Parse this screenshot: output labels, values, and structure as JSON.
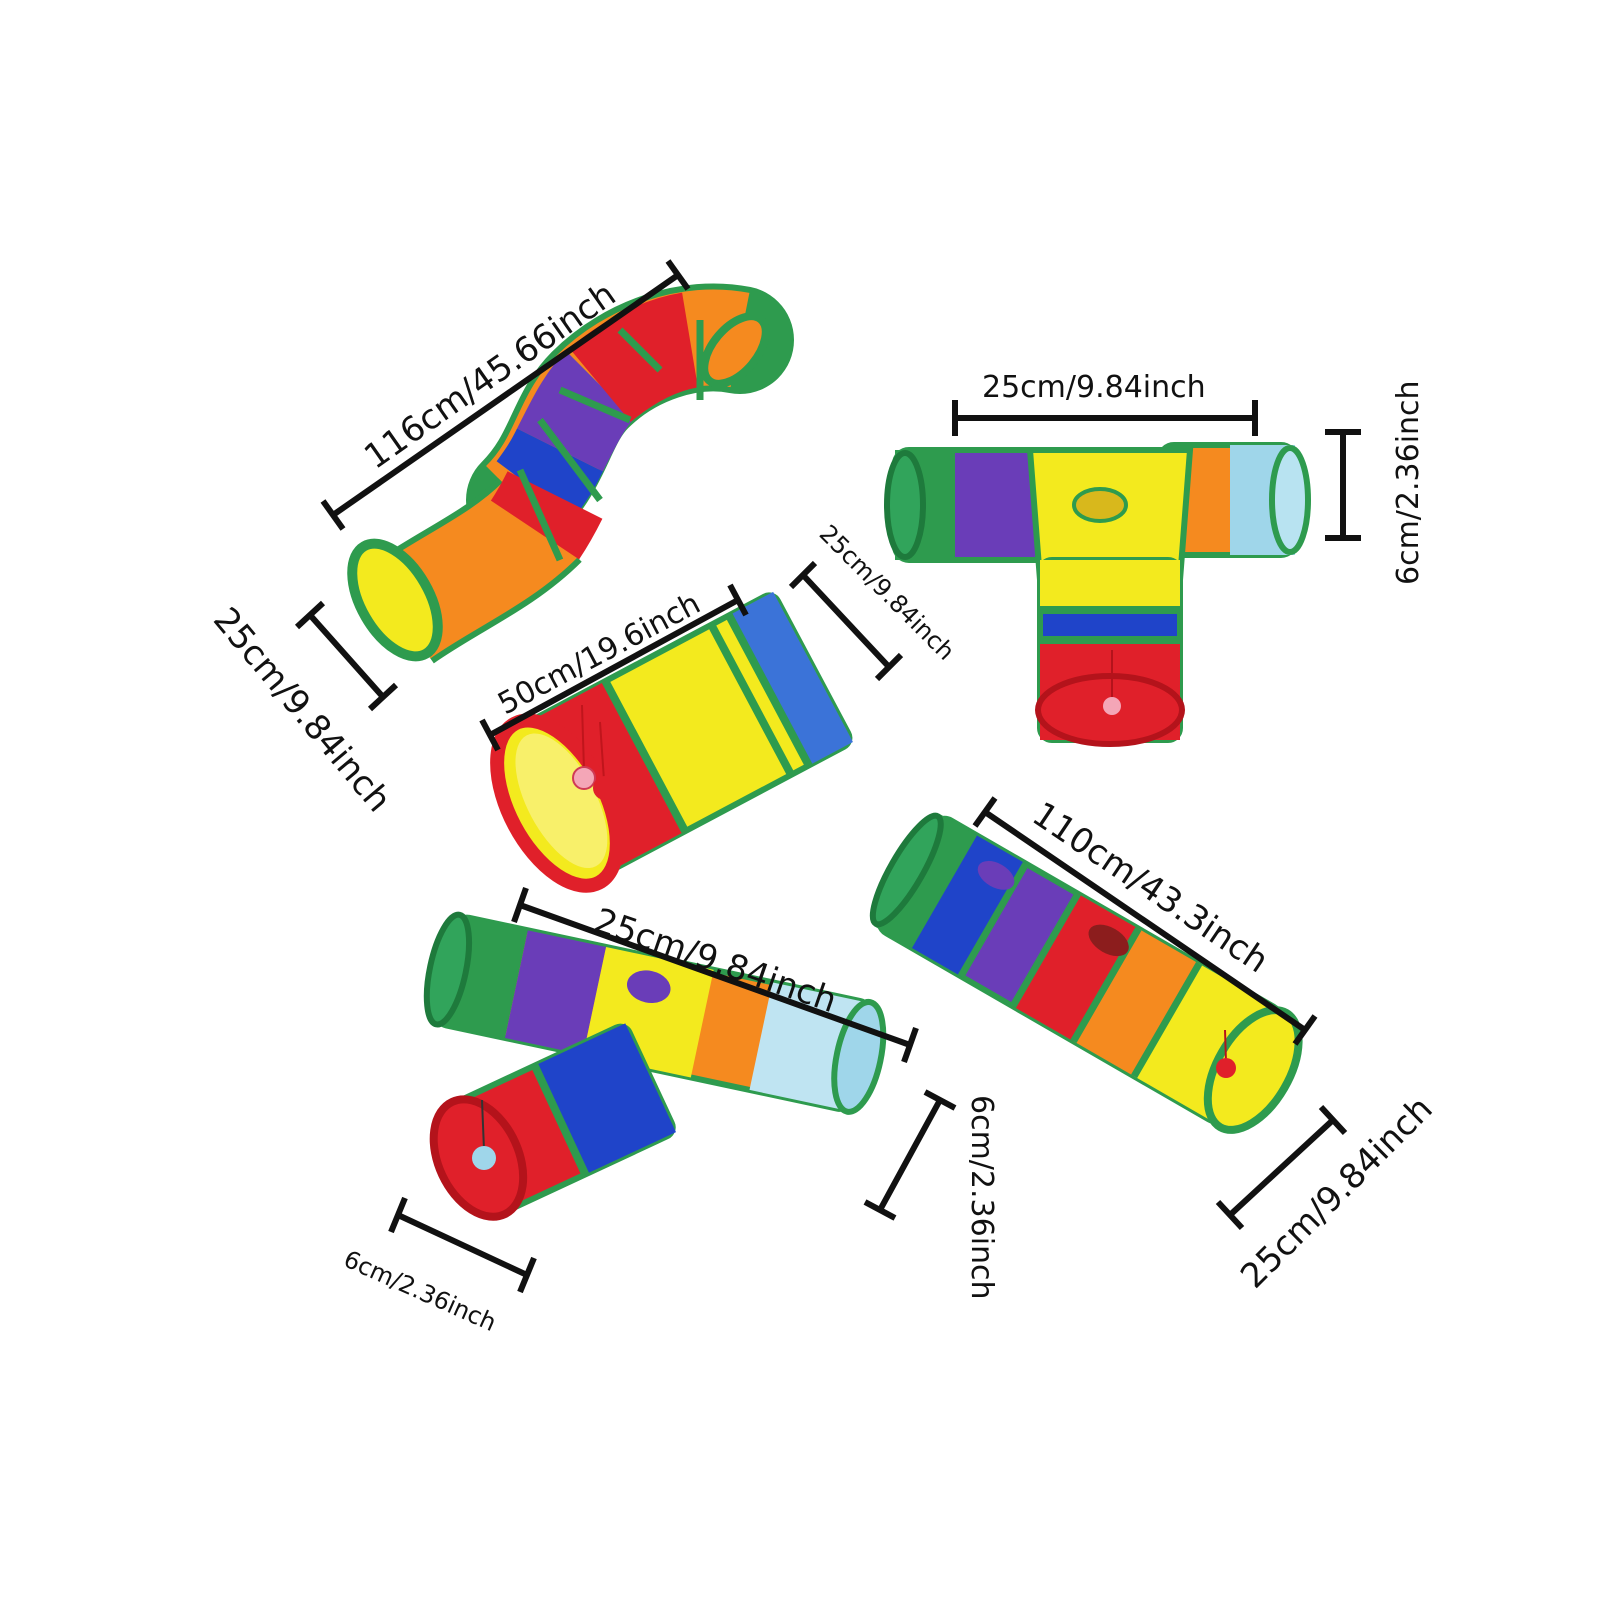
{
  "image": {
    "subject": "rainbow-cat-tunnel-set",
    "background": "#ffffff",
    "palette": [
      "#2e9b4e",
      "#6a3db8",
      "#1f44c9",
      "#e0202a",
      "#f58a1f",
      "#f3ea1e",
      "#9fd6ea",
      "#f4a6b7"
    ]
  },
  "dimensions": {
    "s_tunnel_length": "116cm/45.66inch",
    "s_tunnel_diameter": "25cm/9.84inch",
    "short_tunnel_length": "50cm/19.6inch",
    "short_tunnel_diameter": "25cm/9.84inch",
    "y_tunnel_width": "25cm/9.84inch",
    "y_tunnel_height": "6cm/2.36inch",
    "t_tunnel_length": "25cm/9.84inch",
    "t_tunnel_right_height": "6cm/2.36inch",
    "t_tunnel_left_height": "6cm/2.36inch",
    "straight_tunnel_length": "110cm/43.3inch",
    "straight_tunnel_diameter": "25cm/9.84inch"
  }
}
